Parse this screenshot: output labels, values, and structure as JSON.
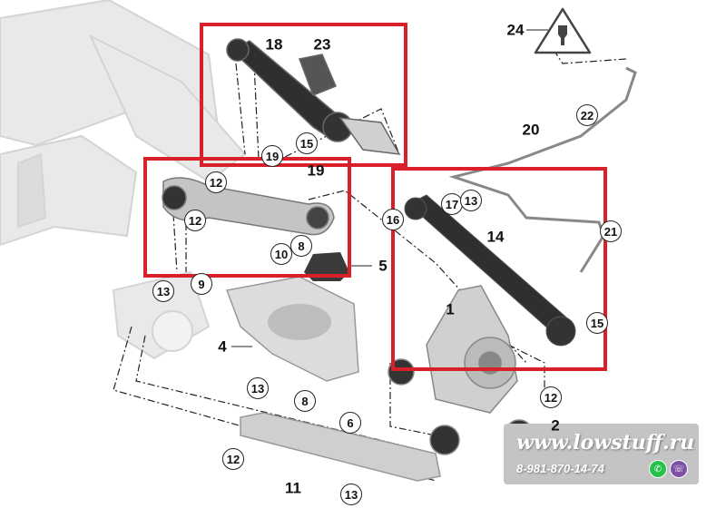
{
  "labels": [
    {
      "name": "part-24",
      "text": "24",
      "circled": false
    },
    {
      "name": "part-18",
      "text": "18",
      "circled": false
    },
    {
      "name": "part-23",
      "text": "23",
      "circled": false
    },
    {
      "name": "part-20",
      "text": "20",
      "circled": false
    },
    {
      "name": "part-22",
      "text": "22",
      "circled": true
    },
    {
      "name": "part-15-top",
      "text": "15",
      "circled": true
    },
    {
      "name": "part-19-hidden",
      "text": "19",
      "circled": true
    },
    {
      "name": "part-19",
      "text": "19",
      "circled": false
    },
    {
      "name": "part-12-a",
      "text": "12",
      "circled": true
    },
    {
      "name": "part-12-b",
      "text": "12",
      "circled": true
    },
    {
      "name": "part-17",
      "text": "17",
      "circled": true
    },
    {
      "name": "part-13-a",
      "text": "13",
      "circled": true
    },
    {
      "name": "part-16",
      "text": "16",
      "circled": true
    },
    {
      "name": "part-14",
      "text": "14",
      "circled": false
    },
    {
      "name": "part-21",
      "text": "21",
      "circled": true
    },
    {
      "name": "part-10",
      "text": "10",
      "circled": true
    },
    {
      "name": "part-8-a",
      "text": "8",
      "circled": true
    },
    {
      "name": "part-5",
      "text": "5",
      "circled": false
    },
    {
      "name": "part-13-b",
      "text": "13",
      "circled": true
    },
    {
      "name": "part-9",
      "text": "9",
      "circled": true
    },
    {
      "name": "part-1",
      "text": "1",
      "circled": false
    },
    {
      "name": "part-15-b",
      "text": "15",
      "circled": true
    },
    {
      "name": "part-4",
      "text": "4",
      "circled": false
    },
    {
      "name": "part-13-c",
      "text": "13",
      "circled": true
    },
    {
      "name": "part-12-c",
      "text": "12",
      "circled": true
    },
    {
      "name": "part-8-b",
      "text": "8",
      "circled": true
    },
    {
      "name": "part-6",
      "text": "6",
      "circled": true
    },
    {
      "name": "part-2",
      "text": "2",
      "circled": false
    },
    {
      "name": "part-12-d",
      "text": "12",
      "circled": true
    },
    {
      "name": "part-11",
      "text": "11",
      "circled": false
    },
    {
      "name": "part-13-d",
      "text": "13",
      "circled": true
    }
  ],
  "watermark": {
    "url": "www.lowstuff.ru",
    "phone": "8-981-870-14-74",
    "whatsapp_icon": "whatsapp-icon",
    "viber_icon": "viber-icon"
  },
  "colors": {
    "highlight": "#d9202a",
    "part": "#b5b5b5",
    "subframe": "#e6e6e6"
  }
}
